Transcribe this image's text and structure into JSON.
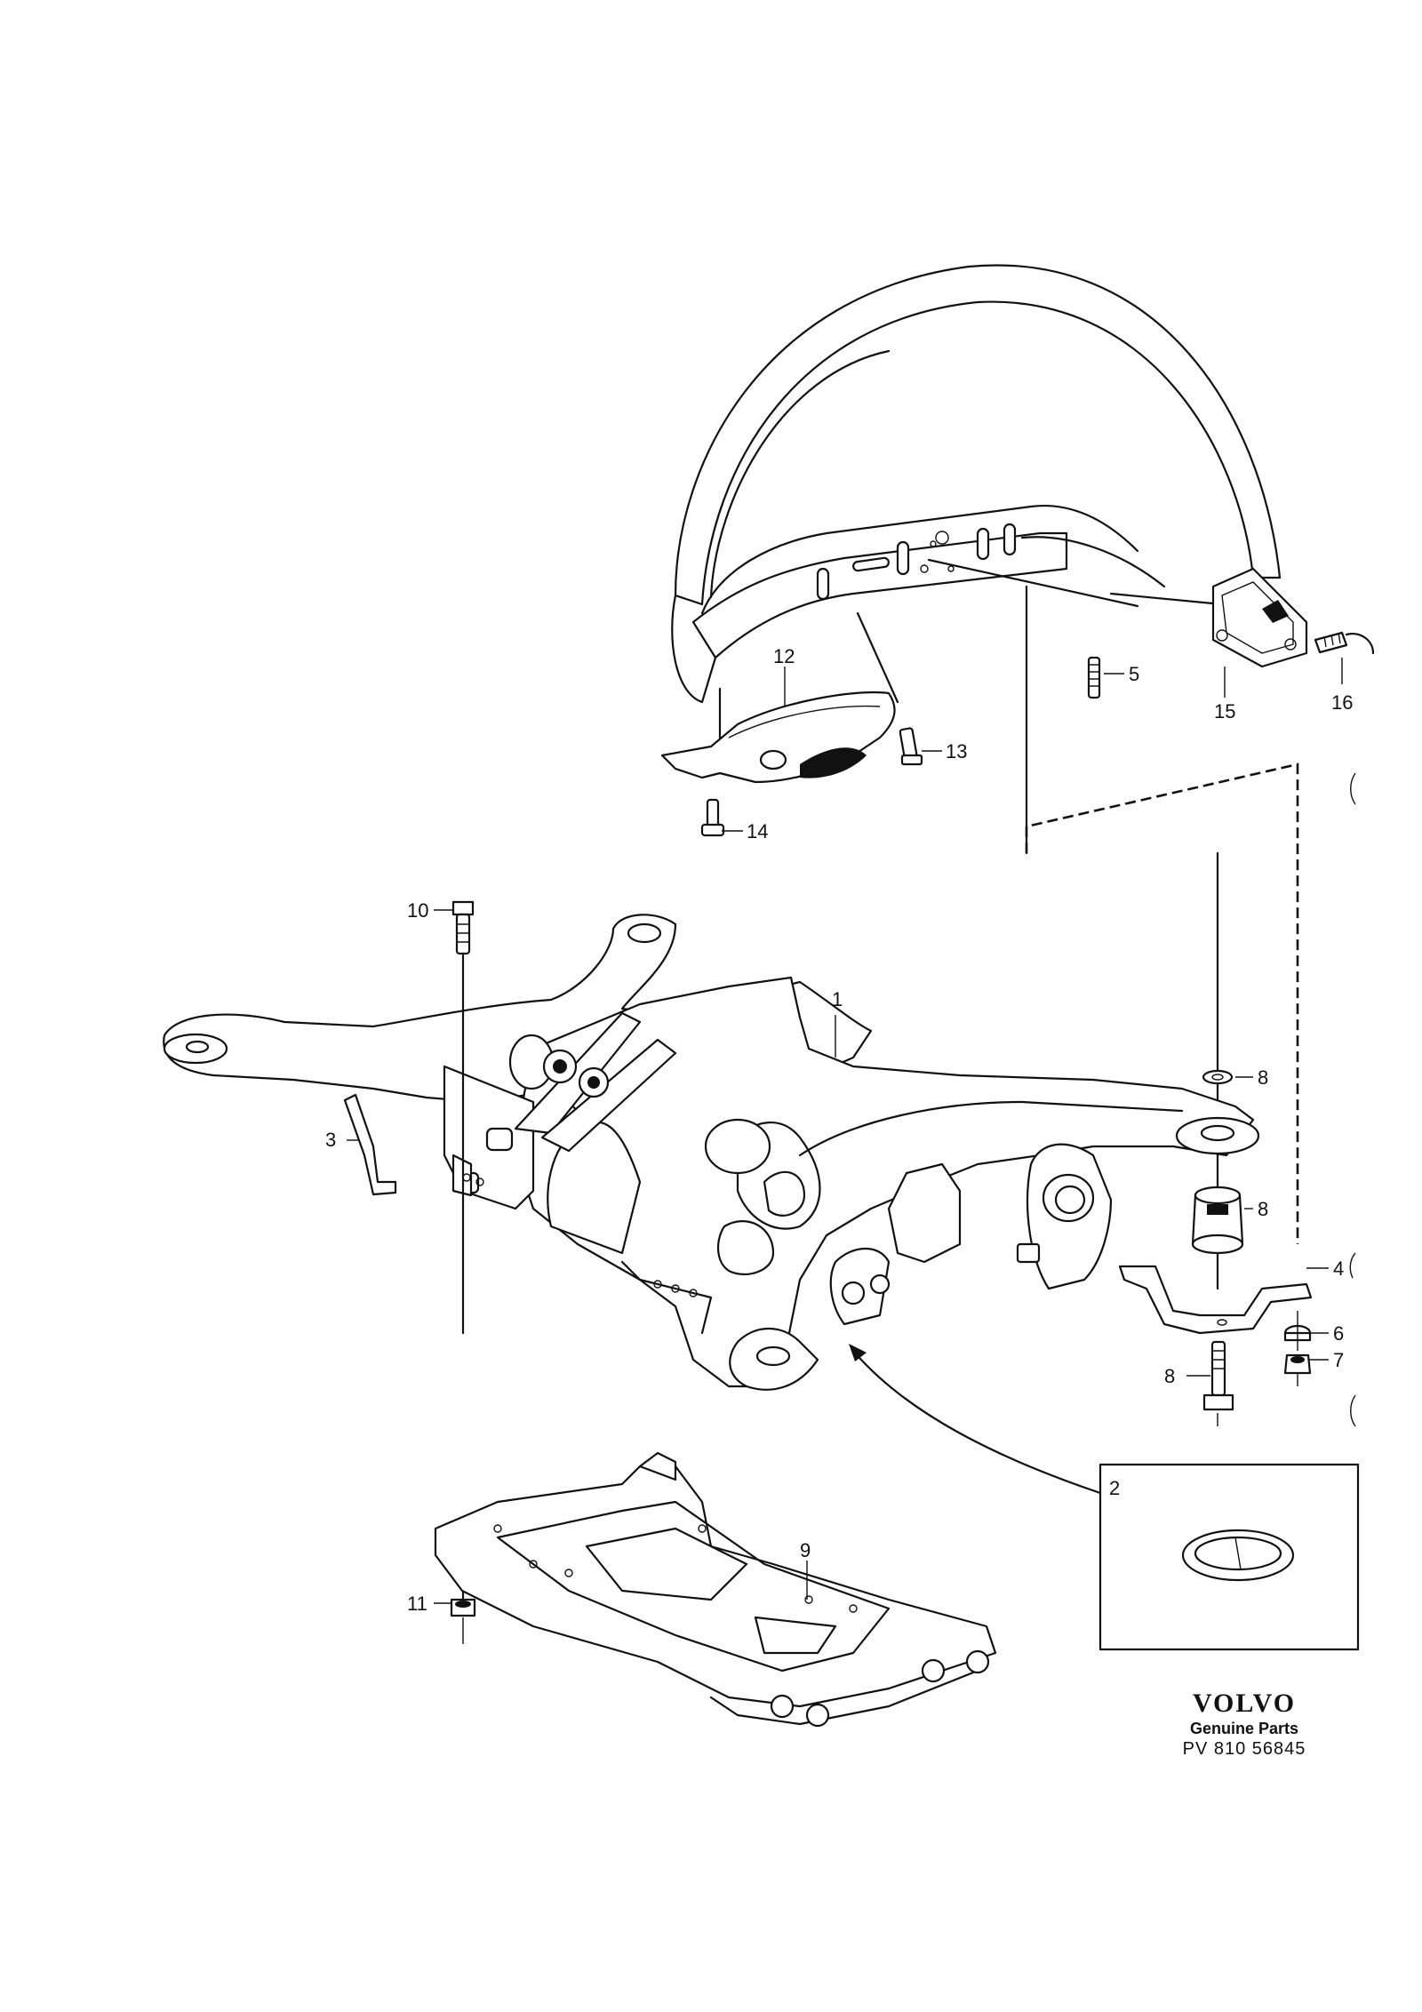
{
  "callouts": {
    "c1": "1",
    "c2": "2",
    "c3": "3",
    "c4": "4",
    "c5": "5",
    "c6": "6",
    "c7": "7",
    "c8a": "8",
    "c8b": "8",
    "c8c": "8",
    "c9": "9",
    "c10": "10",
    "c11": "11",
    "c12": "12",
    "c13": "13",
    "c14": "14",
    "c15": "15",
    "c16": "16"
  },
  "brand": {
    "logo": "VOLVO",
    "subtitle": "Genuine Parts",
    "part_number": "PV 810 56845"
  }
}
